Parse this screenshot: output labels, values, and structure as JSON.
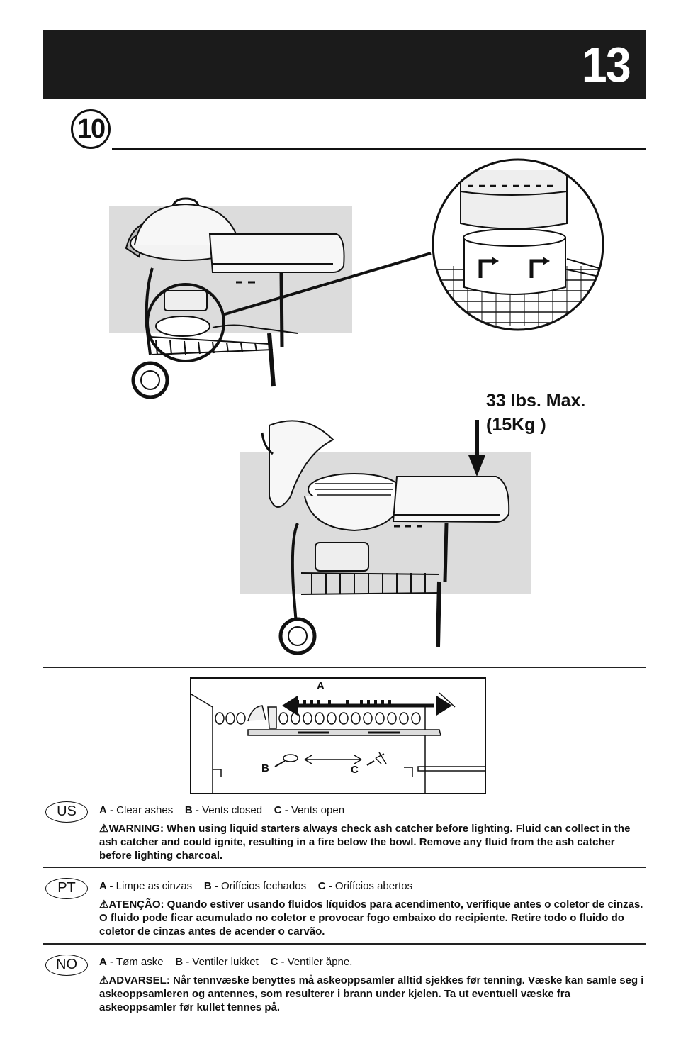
{
  "header": {
    "page_number": "13"
  },
  "step": {
    "number": "10"
  },
  "weight_note": {
    "line1": "33 lbs. Max.",
    "line2": "(15Kg )"
  },
  "vent_diagram": {
    "label_a": "A",
    "label_b": "B",
    "label_c": "C"
  },
  "languages": [
    {
      "code": "US",
      "a_key": "A",
      "a_text": " - Clear ashes",
      "b_key": "B",
      "b_text": " - Vents closed",
      "c_key": "C",
      "c_text": " - Vents open",
      "warning": "⚠WARNING:  When using liquid starters always check ash catcher before lighting. Fluid can collect in the ash catcher and could ignite, resulting in a fire below the bowl. Remove any fluid from the ash catcher before lighting charcoal."
    },
    {
      "code": "PT",
      "a_key": "A -",
      "a_text": " Limpe as cinzas",
      "b_key": "B -",
      "b_text": " Orifícios fechados",
      "c_key": "C -",
      "c_text": " Orifícios abertos",
      "warning": "⚠ATENÇÃO: Quando estiver usando fluidos líquidos para acendimento, verifique antes o coletor de cinzas. O fluido pode ficar acumulado no coletor e provocar fogo embaixo do recipiente. Retire todo o fluido do coletor de cinzas antes de acender o carvão."
    },
    {
      "code": "NO",
      "a_key": "A",
      "a_text": " - Tøm aske",
      "b_key": "B",
      "b_text": " - Ventiler lukket",
      "c_key": "C",
      "c_text": " - Ventiler åpne.",
      "warning": "⚠ADVARSEL: Når tennvæske benyttes må askeoppsamler alltid sjekkes før tenning. Væske kan samle seg i askeoppsamleren og antennes, som resulterer i brann under kjelen. Ta ut eventuell væske fra askeoppsamler før kullet tennes på."
    }
  ]
}
